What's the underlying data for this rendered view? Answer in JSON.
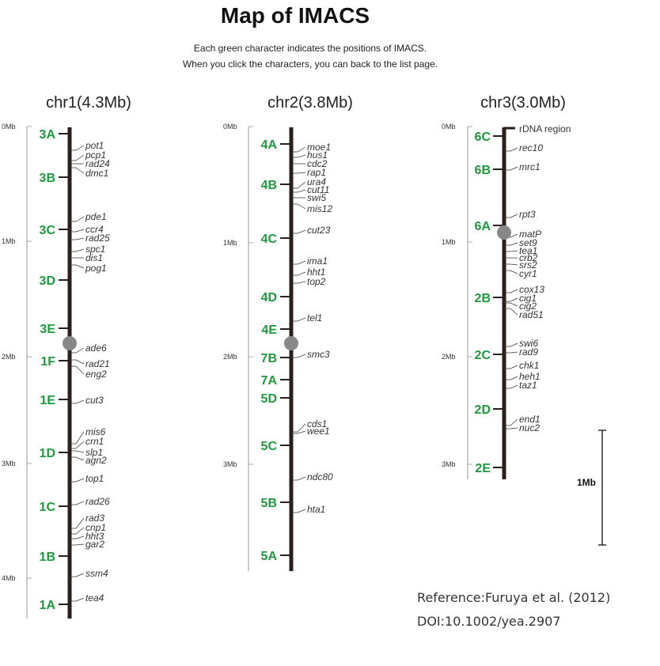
{
  "header": {
    "title": "Map of IMACS",
    "intro_line1": "Each green character indicates the positions of IMACS.",
    "intro_line2": "When you click the characters, you can back  to the list page."
  },
  "colors": {
    "imacs": "#1e9a3e",
    "chromosome": "#2a1f1a",
    "centromere": "#888888",
    "scale_bar": "#aaaaaa"
  },
  "scale_bar_label": "1Mb",
  "reference": {
    "line1": "Reference:Furuya et al. (2012)",
    "line2": "DOI:10.1002/yea.2907"
  },
  "chromosomes": [
    {
      "title": "chr1(4.3Mb)",
      "scale_labels": [
        "0Mb",
        "1Mb",
        "2Mb",
        "3Mb",
        "4Mb"
      ],
      "imacs": [
        "3A",
        "3B",
        "3C",
        "3D",
        "3E",
        "1F",
        "1E",
        "1D",
        "1C",
        "1B",
        "1A"
      ],
      "genes": [
        "pot1",
        "pcp1",
        "rad24",
        "dmc1",
        "pde1",
        "ccr4",
        "rad25",
        "spc1",
        "dis1",
        "pog1",
        "ade6",
        "rad21",
        "eng2",
        "cut3",
        "mis6",
        "crn1",
        "slp1",
        "agn2",
        "top1",
        "rad26",
        "rad3",
        "cnp1",
        "hht3",
        "gar2",
        "ssm4",
        "tea4"
      ]
    },
    {
      "title": "chr2(3.8Mb)",
      "scale_labels": [
        "0Mb",
        "1Mb",
        "2Mb",
        "3Mb"
      ],
      "imacs": [
        "4A",
        "4B",
        "4C",
        "4D",
        "4E",
        "7B",
        "7A",
        "5D",
        "5C",
        "5B",
        "5A"
      ],
      "genes": [
        "moe1",
        "hus1",
        "cdc2",
        "rap1",
        "ura4",
        "cut11",
        "swi5",
        "mis12",
        "cut23",
        "ima1",
        "hht1",
        "top2",
        "tel1",
        "smc3",
        "cds1",
        "wee1",
        "ndc80",
        "hta1"
      ]
    },
    {
      "title": "chr3(3.0Mb)",
      "scale_labels": [
        "0Mb",
        "1Mb",
        "2Mb",
        "3Mb"
      ],
      "imacs": [
        "6C",
        "6B",
        "6A",
        "2B",
        "2C",
        "2D",
        "2E"
      ],
      "region_label": "rDNA region",
      "genes": [
        "rec10",
        "mrc1",
        "rpt3",
        "matP",
        "set9",
        "tea1",
        "crb2",
        "srs2",
        "cyr1",
        "cox13",
        "cig1",
        "cig2",
        "rad51",
        "swi6",
        "rad9",
        "chk1",
        "heh1",
        "taz1",
        "end1",
        "nuc2"
      ]
    }
  ]
}
